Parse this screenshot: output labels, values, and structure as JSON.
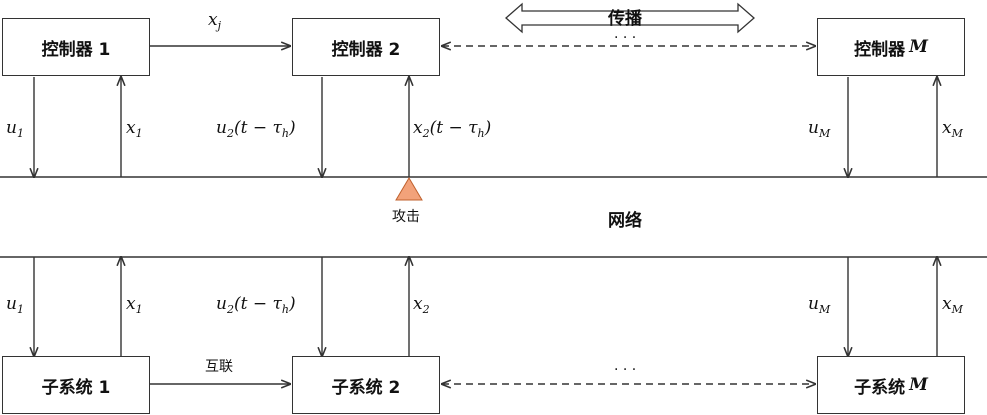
{
  "controllers": {
    "c1": {
      "title": "控制器 1"
    },
    "c2": {
      "title": "控制器 2"
    },
    "cm": {
      "title": "控制器",
      "suffix": "M"
    }
  },
  "subsystems": {
    "s1": {
      "title": "子系统 1"
    },
    "s2": {
      "title": "子系统 2"
    },
    "sm": {
      "title": "子系统",
      "suffix": "M"
    }
  },
  "labels": {
    "propagation": "传播",
    "network": "网络",
    "attack": "攻击",
    "interconnect": "互联",
    "dots": "· · ·"
  },
  "signals": {
    "xj": {
      "base": "x",
      "sub": "j"
    },
    "u1": {
      "base": "u",
      "sub": "1"
    },
    "x1": {
      "base": "x",
      "sub": "1"
    },
    "u2_delay": {
      "base": "u",
      "sub": "2",
      "tail": "(t − τ",
      "tsub": "h",
      "close": ")"
    },
    "x2_delay": {
      "base": "x",
      "sub": "2",
      "tail": "(t − τ",
      "tsub": "h",
      "close": ")"
    },
    "x2": {
      "base": "x",
      "sub": "2"
    },
    "uM": {
      "base": "u",
      "sub": "M"
    },
    "xM": {
      "base": "x",
      "sub": "M"
    }
  },
  "colors": {
    "line": "#333333",
    "attack_fill": "#f2a27a",
    "attack_stroke": "#c0612e"
  }
}
